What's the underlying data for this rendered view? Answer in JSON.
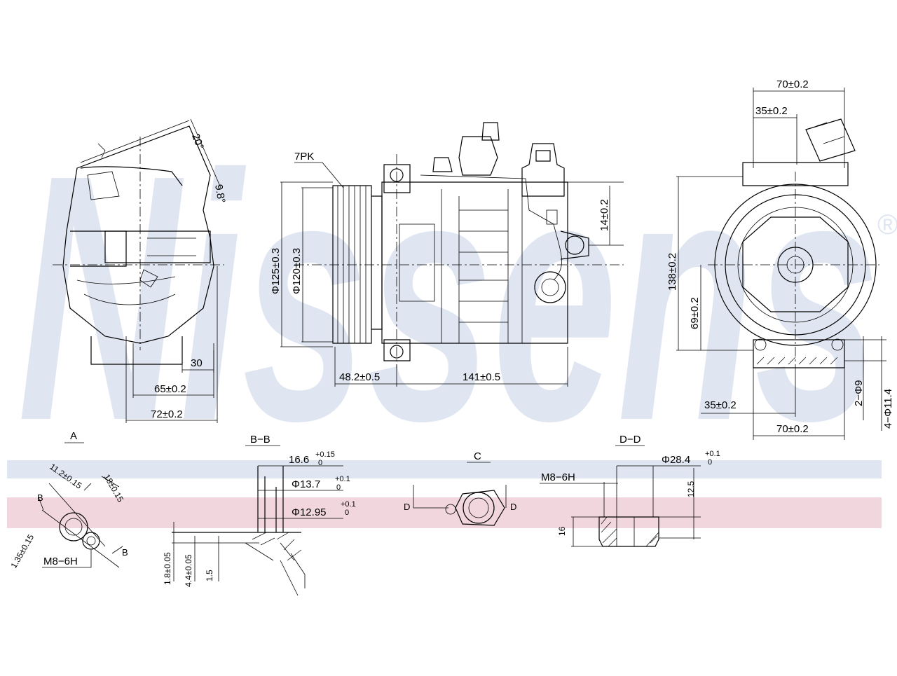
{
  "brand": {
    "watermark": "Nissens",
    "registered_mark": "®",
    "watermark_color": "#dfe6f1",
    "band_blue": "#dfe6f1",
    "band_pink": "#f2d6de"
  },
  "views": {
    "left": {
      "angle_1": "20°",
      "angle_2": "9.8°",
      "dim_30": "30",
      "dim_65": "65±0.2",
      "dim_72": "72±0.2"
    },
    "front": {
      "belt": "7PK",
      "dia_125": "Φ125±0.3",
      "dia_120": "Φ120±0.3",
      "dim_14": "14±0.2",
      "dim_48": "48.2±0.5",
      "dim_141": "141±0.5"
    },
    "right": {
      "top_70": "70±0.2",
      "top_35": "35±0.2",
      "dim_138": "138±0.2",
      "dim_69": "69±0.2",
      "bot_35": "35±0.2",
      "bot_70": "70±0.2",
      "holes_2": "2−Φ9",
      "holes_4": "4−Φ11.4"
    }
  },
  "details": {
    "a": {
      "title": "A",
      "dim_1": "11.2±0.15",
      "dim_2": "18±0.15",
      "dim_3": "1.35±0.15",
      "thread": "M8−6H",
      "sec_mark_1": "B",
      "sec_mark_2": "B"
    },
    "bb": {
      "title": "B−B",
      "d1": "16.6",
      "d1_tol_up": "+0.15",
      "d1_tol_lo": "0",
      "d2": "Φ13.7",
      "d2_tol_up": "+0.1",
      "d2_tol_lo": "0",
      "d3": "Φ12.95",
      "d3_tol_up": "+0.1",
      "d3_tol_lo": "0",
      "v1": "1.8±0.05",
      "v2": "4.4±0.05",
      "v3": "1.5"
    },
    "c": {
      "title": "C",
      "mark_l": "D",
      "mark_r": "D"
    },
    "dd": {
      "title": "D−D",
      "thread": "M8−6H",
      "dia": "Φ28.4",
      "dia_tol_up": "+0.1",
      "dia_tol_lo": "0",
      "dim_12": "12.5",
      "dim_16": "16"
    }
  }
}
